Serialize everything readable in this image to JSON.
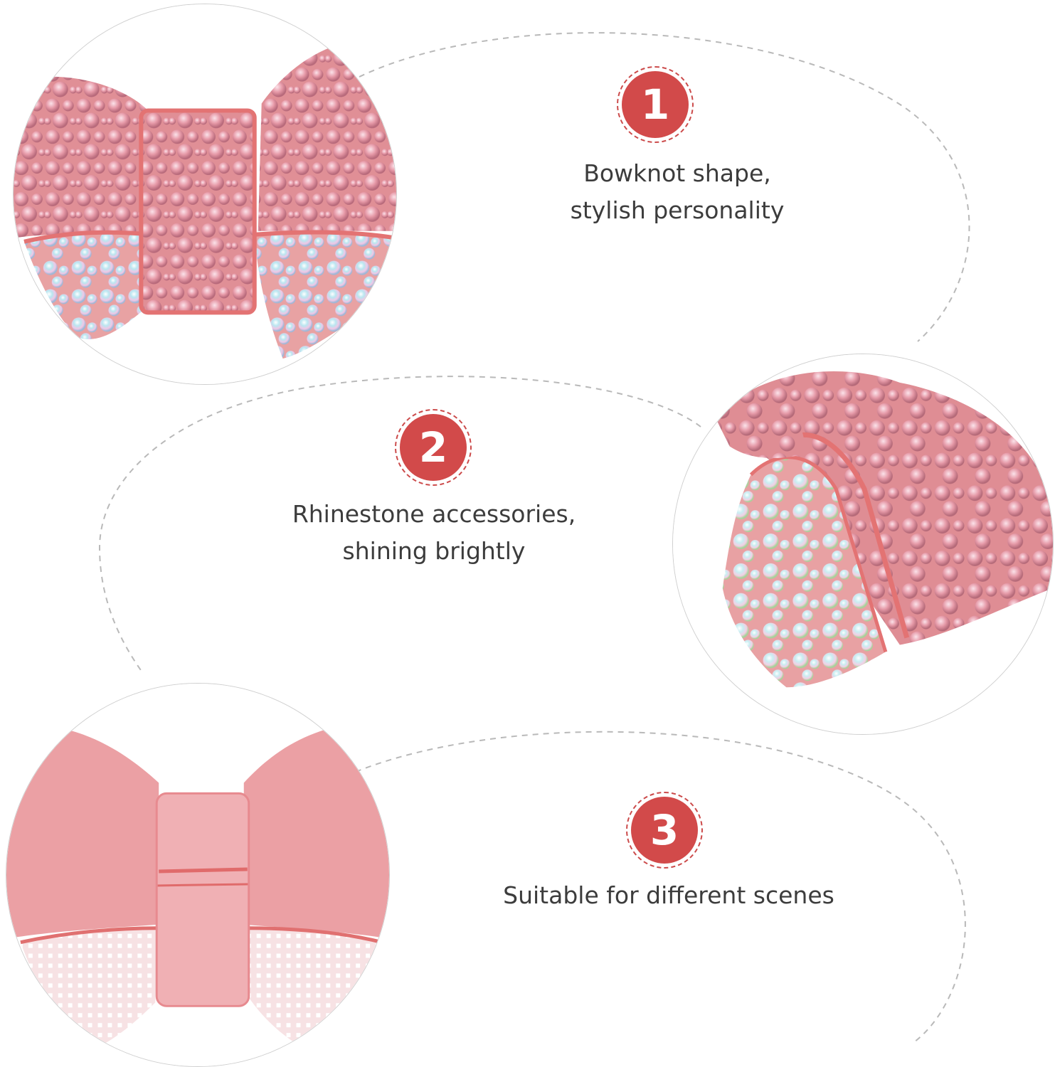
{
  "features": [
    {
      "number": "1",
      "lines": [
        "Bowknot shape,",
        "stylish personality"
      ],
      "photo_icon": "rhinestone-bow-front-icon"
    },
    {
      "number": "2",
      "lines": [
        "Rhinestone accessories,",
        "shining brightly"
      ],
      "photo_icon": "rhinestone-bow-closeup-icon"
    },
    {
      "number": "3",
      "lines": [
        "Suitable for different scenes"
      ],
      "photo_icon": "bow-back-side-icon"
    }
  ],
  "colors": {
    "badge_fill": "#d24a4a",
    "badge_border": "#cc4b4b",
    "text": "#3c3c3c",
    "dash": "#b9b9b9",
    "bow_pink": "#e9a3a8",
    "bow_edge": "#e37373"
  }
}
